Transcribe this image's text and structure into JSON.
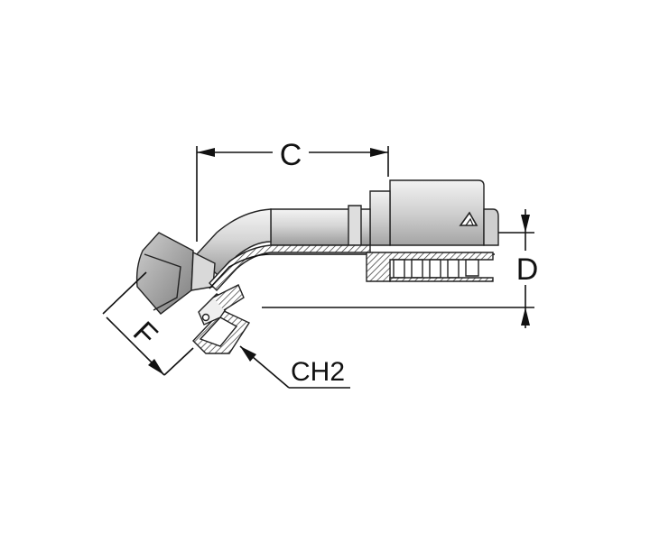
{
  "dimensions": {
    "c_label": "C",
    "d_label": "D",
    "f_label": "F",
    "ch2_label": "CH2"
  },
  "colors": {
    "metal_light": "#e8e8e8",
    "metal_mid": "#bdbdbd",
    "metal_dark": "#7a7a7a",
    "line": "#111111"
  },
  "icons": {
    "brand_mark": "triangle-logo-icon"
  }
}
